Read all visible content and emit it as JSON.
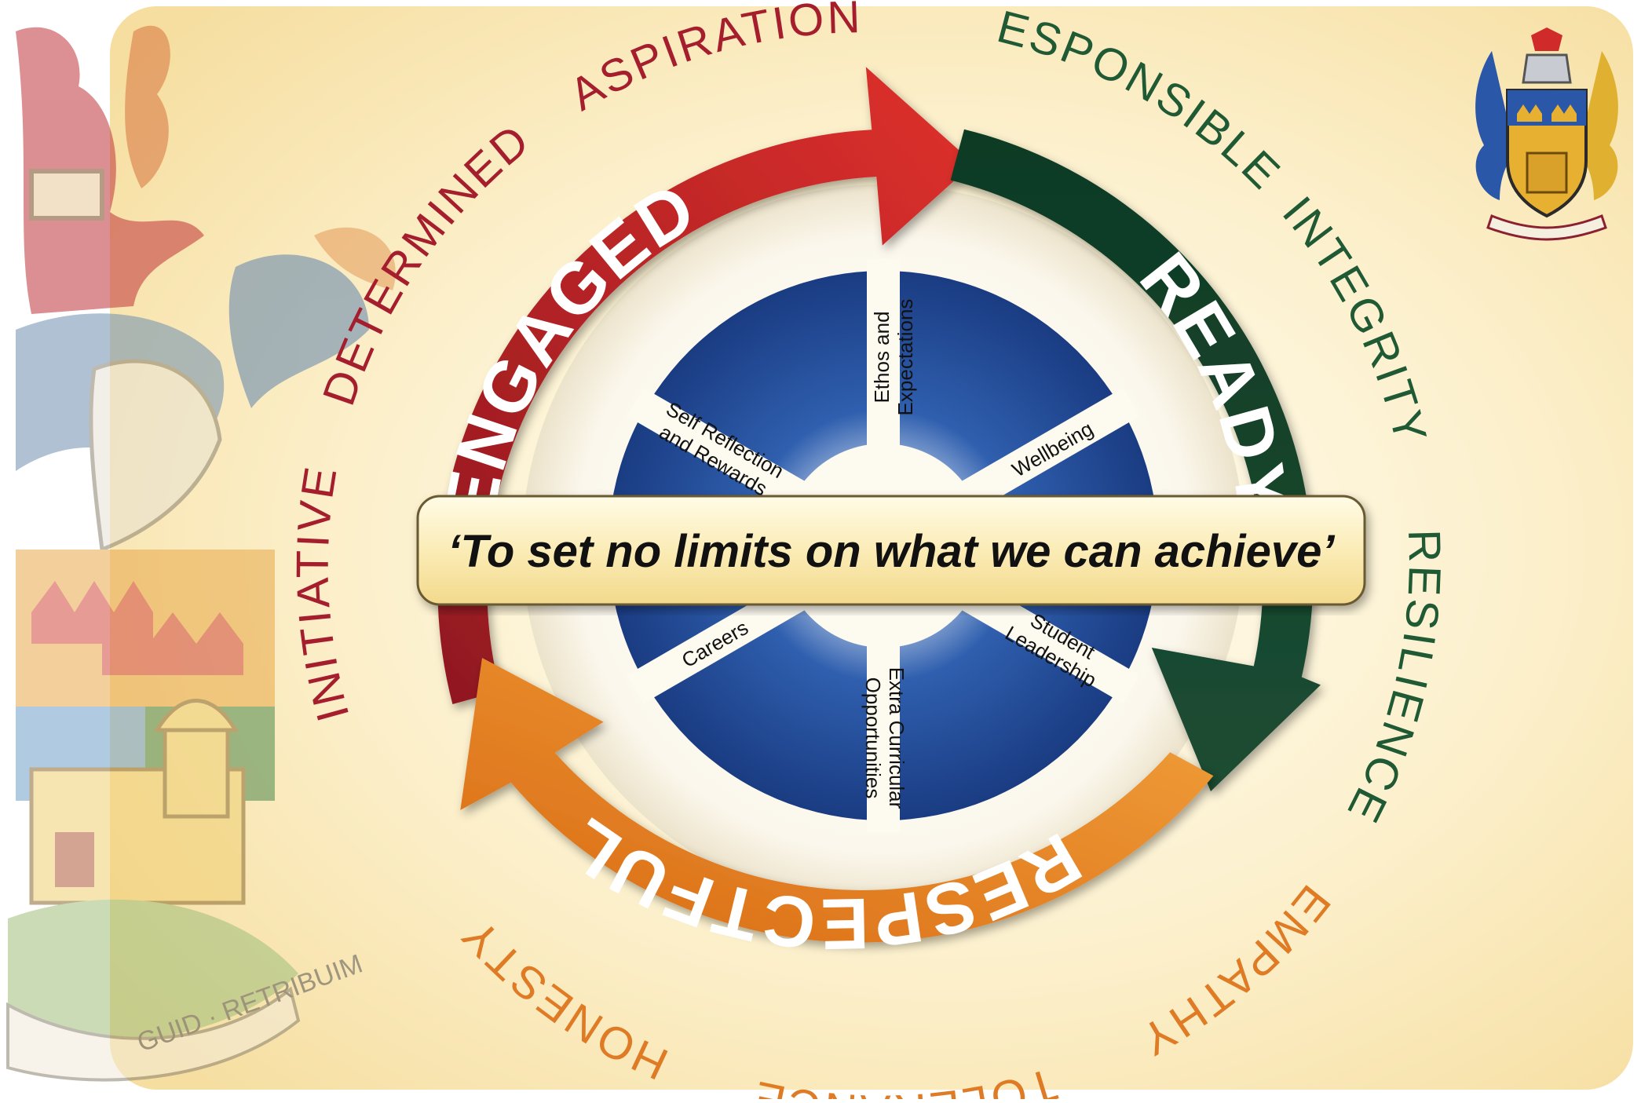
{
  "motto": "‘To set no limits on what we can achieve’",
  "arrows": {
    "engaged": {
      "label": "ENGAGED",
      "color": "#d02a2a"
    },
    "ready": {
      "label": "READY",
      "color": "#14452d"
    },
    "respectful": {
      "label": "RESPECTFUL",
      "color": "#e5801f"
    }
  },
  "values": {
    "red": [
      "INITIATIVE",
      "DETERMINED",
      "ASPIRATION"
    ],
    "green": [
      "RESPONSIBLE",
      "INTEGRITY",
      "RESILIENCE"
    ],
    "orange": [
      "EMPATHY",
      "TOLERANCE",
      "HONESTY"
    ],
    "colors": {
      "red": "#a51e2d",
      "green": "#1f5a35",
      "orange": "#e07b25"
    }
  },
  "segments": {
    "ethos": [
      "Ethos and",
      "Expectations"
    ],
    "wellbeing": [
      "Wellbeing"
    ],
    "leadership": [
      "Student",
      "Leadership"
    ],
    "extra": [
      "Extra Curricular",
      "Opportunities"
    ],
    "careers": [
      "Careers"
    ],
    "selfref": [
      "Self Reflection",
      "and Rewards"
    ]
  },
  "crest_motto": "GUID · RETRIBUIM"
}
